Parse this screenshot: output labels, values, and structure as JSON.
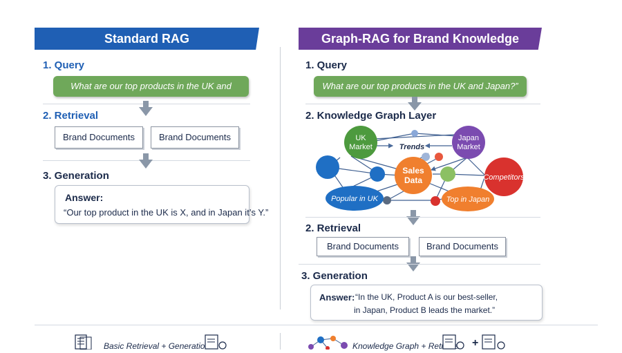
{
  "left": {
    "header": "Standard RAG",
    "header_color": "#1f5fb4",
    "step1": "1. Query",
    "query": "What are our top products in the UK and Japan?”",
    "step2": "2. Retrieval",
    "docs": [
      "Brand Documents",
      "Brand Documents"
    ],
    "step3": "3. Generation",
    "answer_label": "Answer:",
    "answer_line": "“Our top product in the UK is X, and in Japan it’s Y.”"
  },
  "right": {
    "header": "Graph-RAG for Brand Knowledge",
    "header_color": "#6a3d9a",
    "step1": "1. Query",
    "query": "What are our top products in the UK and Japan?”",
    "step_kg": "2. Knowledge Graph Layer",
    "graph": {
      "uk_market": [
        "UK",
        "Market"
      ],
      "japan_market": [
        "Japan",
        "Market"
      ],
      "trends": "Trends",
      "sales_data": [
        "Sales",
        "Data"
      ],
      "competitors": "Competitors",
      "popular_uk": "Popular in UK",
      "top_japan": "Top in Japan"
    },
    "step2": "2. Retrieval",
    "docs": [
      "Brand Documents",
      "Brand Documents"
    ],
    "step3": "3. Generation",
    "answer_label": "Answer:",
    "answer_line1": "“In the UK, Product A is our best-seller,",
    "answer_line2": "in Japan, Product B leads the market.”"
  },
  "footer": {
    "left": "Basic Retrieval + Generation",
    "right": "Knowledge Graph + Retrieval"
  },
  "colors": {
    "green": "#6fa85a",
    "blue_node": "#1f6fc4",
    "purple_node": "#7b4bb0",
    "orange_node": "#f07f2e",
    "red_node": "#d9322e",
    "arrow": "#8a97a8"
  }
}
